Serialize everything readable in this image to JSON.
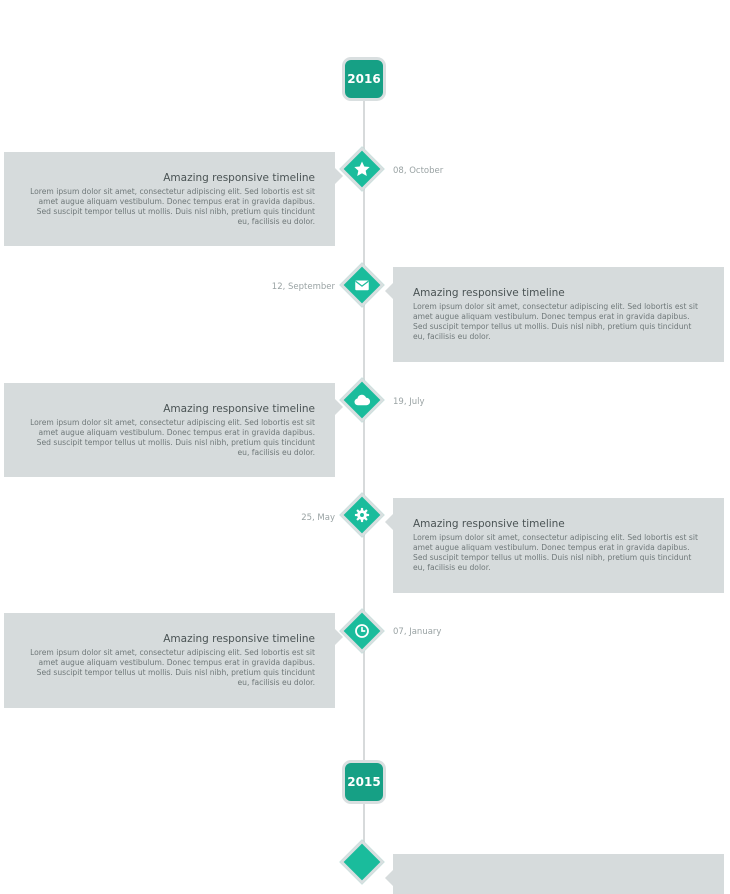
{
  "colors": {
    "accent": "#1abc9c",
    "year_badge": "#16a085",
    "card_background": "#d6dbdc",
    "line": "#d7dadb"
  },
  "years": [
    "2016",
    "2015"
  ],
  "events": [
    {
      "icon": "star-icon",
      "date": "08, October",
      "title": "Amazing responsive timeline",
      "text": "Lorem ipsum dolor sit amet, consectetur adipiscing elit. Sed lobortis est sit amet augue aliquam vestibulum. Donec tempus erat in gravida dapibus. Sed suscipit tempor tellus ut mollis. Duis nisl nibh, pretium quis tincidunt eu, facilisis eu dolor."
    },
    {
      "icon": "envelope-icon",
      "date": "12, September",
      "title": "Amazing responsive timeline",
      "text": "Lorem ipsum dolor sit amet, consectetur adipiscing elit. Sed lobortis est sit amet augue aliquam vestibulum. Donec tempus erat in gravida dapibus. Sed suscipit tempor tellus ut mollis. Duis nisl nibh, pretium quis tincidunt eu, facilisis eu dolor."
    },
    {
      "icon": "cloud-icon",
      "date": "19, July",
      "title": "Amazing responsive timeline",
      "text": "Lorem ipsum dolor sit amet, consectetur adipiscing elit. Sed lobortis est sit amet augue aliquam vestibulum. Donec tempus erat in gravida dapibus. Sed suscipit tempor tellus ut mollis. Duis nisl nibh, pretium quis tincidunt eu, facilisis eu dolor."
    },
    {
      "icon": "gear-icon",
      "date": "25, May",
      "title": "Amazing responsive timeline",
      "text": "Lorem ipsum dolor sit amet, consectetur adipiscing elit. Sed lobortis est sit amet augue aliquam vestibulum. Donec tempus erat in gravida dapibus. Sed suscipit tempor tellus ut mollis. Duis nisl nibh, pretium quis tincidunt eu, facilisis eu dolor."
    },
    {
      "icon": "clock-icon",
      "date": "07, January",
      "title": "Amazing responsive timeline",
      "text": "Lorem ipsum dolor sit amet, consectetur adipiscing elit. Sed lobortis est sit amet augue aliquam vestibulum. Donec tempus erat in gravida dapibus. Sed suscipit tempor tellus ut mollis. Duis nisl nibh, pretium quis tincidunt eu, facilisis eu dolor."
    }
  ]
}
